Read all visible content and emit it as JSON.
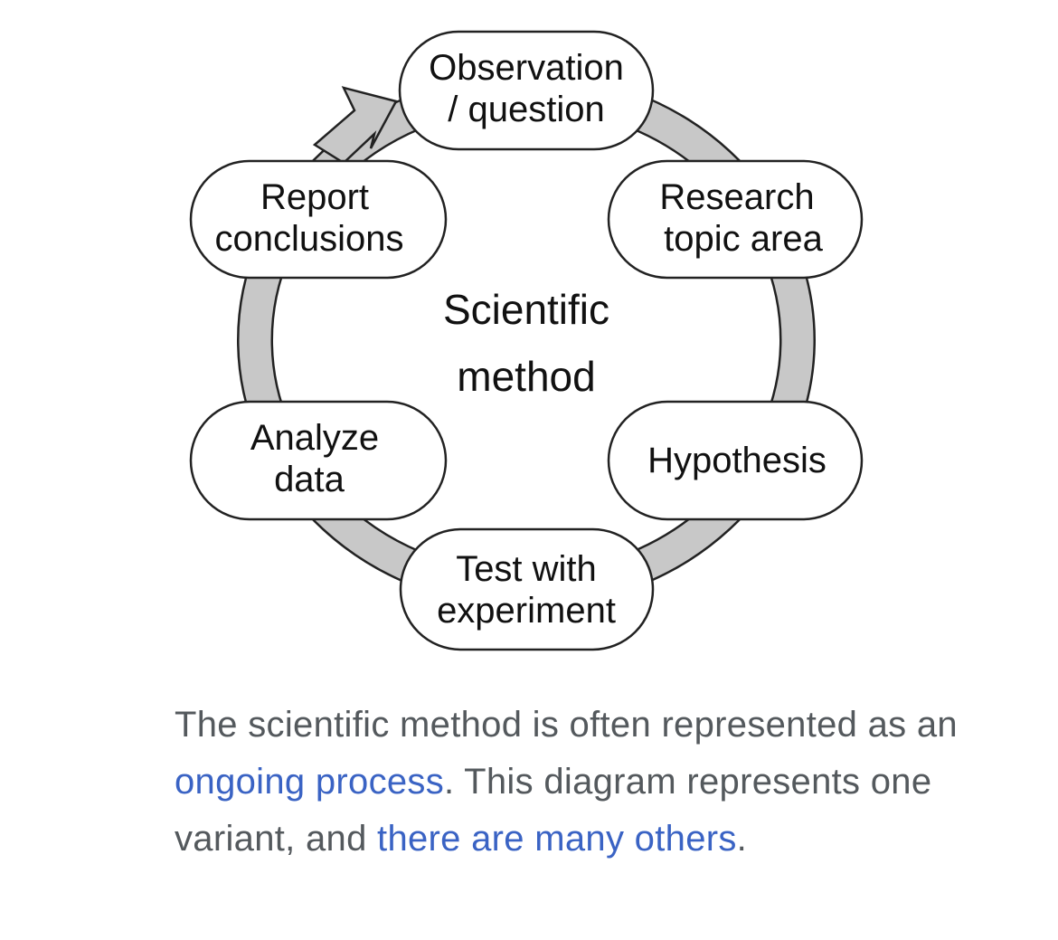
{
  "diagram": {
    "center": [
      "Scientific",
      "method"
    ],
    "nodes": {
      "observation": [
        "Observation",
        "/ question"
      ],
      "research": [
        "Research",
        "topic area"
      ],
      "hypothesis": [
        "Hypothesis"
      ],
      "test": [
        "Test with",
        "experiment"
      ],
      "analyze": [
        "Analyze",
        "data"
      ],
      "report": [
        "Report",
        "conclusions"
      ]
    },
    "ring_color": "#c8c8c8"
  },
  "caption": {
    "part1": "The scientific method is often represented as an ",
    "link1": "ongoing process",
    "part2": ". This diagram represents one variant, and ",
    "link2": "there are many others",
    "part3": "."
  }
}
